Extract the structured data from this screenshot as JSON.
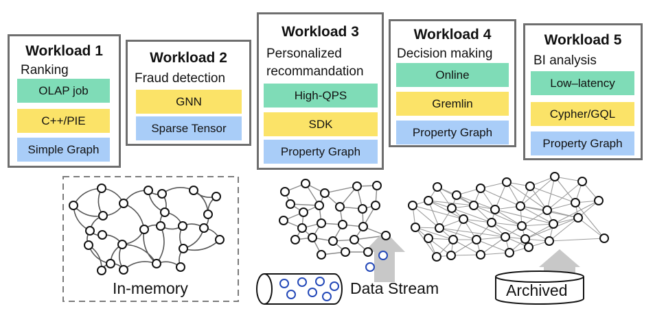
{
  "colors": {
    "box_border": "#6e6e6e",
    "tag_green": "#7fdcb7",
    "tag_yellow": "#fbe368",
    "tag_blue": "#a9cdf8",
    "node_stroke": "#111111",
    "stream_node": "#2348b8",
    "arrow_fill": "#c8c8c8",
    "edge": "#888888"
  },
  "workloads": [
    {
      "title": "Workload 1",
      "subtitle": [
        "Ranking"
      ],
      "tags": [
        {
          "label": "OLAP job",
          "color": "green"
        },
        {
          "label": "C++/PIE",
          "color": "yellow"
        },
        {
          "label": "Simple Graph",
          "color": "blue"
        }
      ]
    },
    {
      "title": "Workload 2",
      "subtitle": [
        "Fraud detection"
      ],
      "tags": [
        {
          "label": "GNN",
          "color": "yellow"
        },
        {
          "label": "Sparse Tensor",
          "color": "blue"
        }
      ]
    },
    {
      "title": "Workload 3",
      "subtitle": [
        "Personalized",
        "recommandation"
      ],
      "tags": [
        {
          "label": "High-QPS",
          "color": "green"
        },
        {
          "label": "SDK",
          "color": "yellow"
        },
        {
          "label": "Property Graph",
          "color": "blue"
        }
      ]
    },
    {
      "title": "Workload 4",
      "subtitle": [
        "Decision making"
      ],
      "tags": [
        {
          "label": "Online",
          "color": "green"
        },
        {
          "label": "Gremlin",
          "color": "yellow"
        },
        {
          "label": "Property Graph",
          "color": "blue"
        }
      ]
    },
    {
      "title": "Workload 5",
      "subtitle": [
        "BI analysis"
      ],
      "tags": [
        {
          "label": "Low–latency",
          "color": "green"
        },
        {
          "label": "Cypher/GQL",
          "color": "yellow"
        },
        {
          "label": "Property Graph",
          "color": "blue"
        }
      ]
    }
  ],
  "storage": {
    "in_memory": "In-memory",
    "data_stream": "Data Stream",
    "archived": "Archived"
  }
}
